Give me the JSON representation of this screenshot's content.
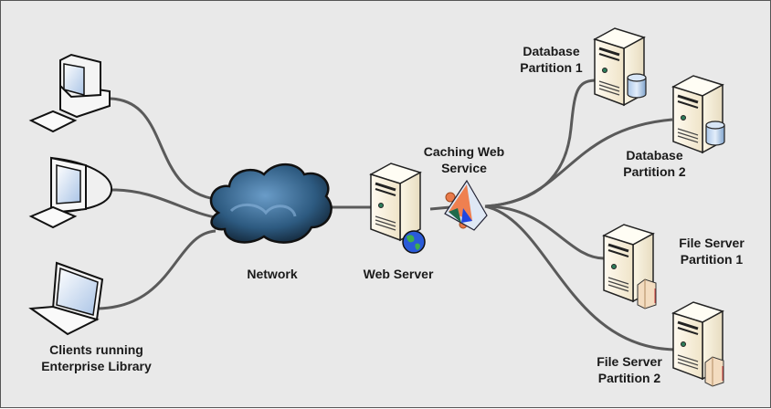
{
  "diagram": {
    "nodes": {
      "clients": {
        "label_line1": "Clients running",
        "label_line2": "Enterprise Library"
      },
      "network": {
        "label": "Network"
      },
      "web_server": {
        "label": "Web Server"
      },
      "caching": {
        "label_line1": "Caching Web",
        "label_line2": "Service"
      },
      "db1": {
        "label_line1": "Database",
        "label_line2": "Partition 1"
      },
      "db2": {
        "label_line1": "Database",
        "label_line2": "Partition 2"
      },
      "fs1": {
        "label_line1": "File Server",
        "label_line2": "Partition 1"
      },
      "fs2": {
        "label_line1": "File Server",
        "label_line2": "Partition 2"
      }
    },
    "icons": [
      "desktop-computer-icon",
      "imac-computer-icon",
      "laptop-icon",
      "cloud-icon",
      "server-icon",
      "globe-icon",
      "caching-service-icon",
      "database-icon",
      "file-folder-icon"
    ],
    "colors": {
      "background": "#e9e9e9",
      "connector": "#5a5a5a",
      "server": "#efe6cc",
      "cloud": "#2d5a80"
    }
  }
}
